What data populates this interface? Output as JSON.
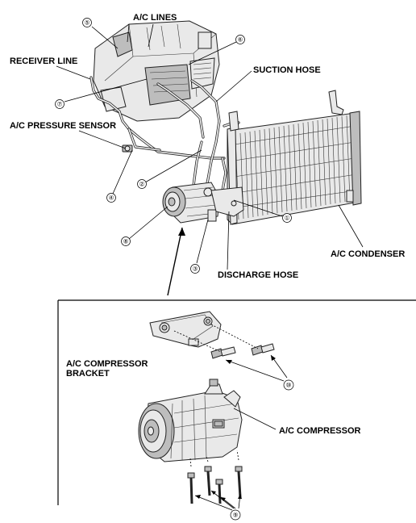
{
  "labels": {
    "ac_lines": "A/C LINES",
    "receiver_line": "RECEIVER LINE",
    "suction_hose": "SUCTION HOSE",
    "pressure_sensor": "A/C PRESSURE SENSOR",
    "condenser": "A/C CONDENSER",
    "discharge_hose": "DISCHARGE HOSE",
    "compressor_bracket_line1": "A/C COMPRESSOR",
    "compressor_bracket_line2": "BRACKET",
    "compressor": "A/C COMPRESSOR"
  },
  "callouts": {
    "c1": "①",
    "c2": "②",
    "c3": "③",
    "c4": "④",
    "c5": "⑤",
    "c6": "⑥",
    "c7": "⑦",
    "c8": "⑧",
    "c9": "⑨",
    "c10": "⑩"
  }
}
